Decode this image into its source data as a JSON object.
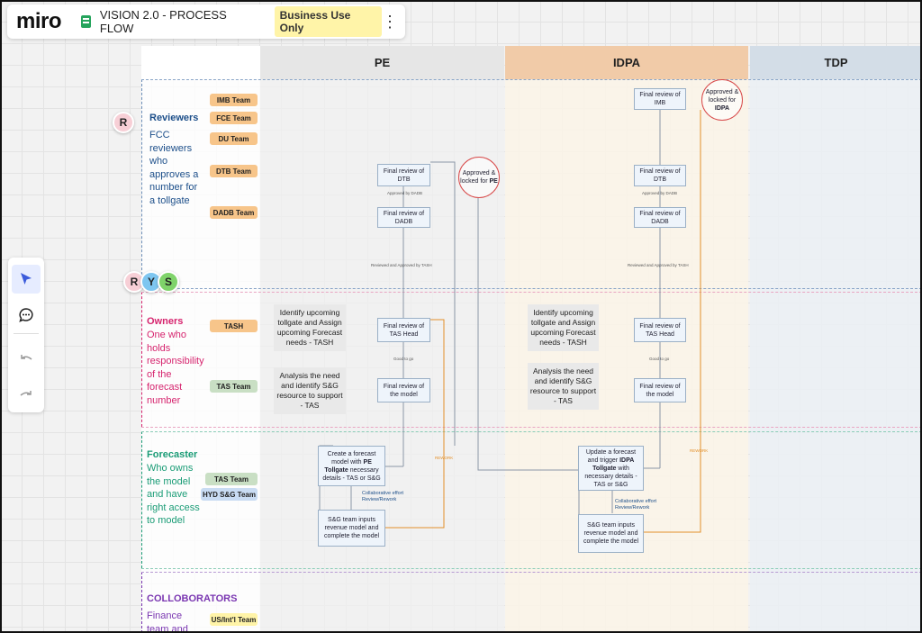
{
  "topbar": {
    "logo": "miro",
    "board_title": "VISION 2.0 - PROCESS FLOW",
    "badge": "Business Use Only",
    "menu_icon": "kebab-menu-icon"
  },
  "toolbar": {
    "tools": [
      "select-arrow-icon",
      "comment-icon",
      "undo-icon",
      "redo-icon"
    ]
  },
  "columns": [
    "PE",
    "IDPA",
    "TDP"
  ],
  "colors": {
    "pe_header": "#e6e6e6",
    "idpa_header": "#f1cba8",
    "tdp_header": "#d3dde7",
    "reviewers": "#1d4f8a",
    "owners": "#d6246e",
    "forecaster": "#1a9c76",
    "colloborators": "#7a36b1",
    "rework": "#e3902a"
  },
  "lanes": {
    "reviewers": {
      "title": "Reviewers",
      "desc": "FCC reviewers who approves a number for a tollgate",
      "tags": [
        "IMB Team",
        "FCE Team",
        "DU Team",
        "DTB Team",
        "DADB Team"
      ]
    },
    "owners": {
      "title": "Owners",
      "desc": "One who holds responsibility of the forecast number",
      "tags": [
        "TASH",
        "TAS Team"
      ]
    },
    "forecaster": {
      "title": "Forecaster",
      "desc": "Who owns the model and have right access to model",
      "tags": [
        "TAS Team",
        "HYD S&G Team"
      ]
    },
    "colloborators": {
      "title": "COLLOBORATORS",
      "desc": "Finance team and",
      "tags": [
        "US/Int'l Team"
      ]
    }
  },
  "pe": {
    "final_dtb": "Final review of DTB",
    "approved_dadb": "Approved by DADB",
    "final_dadb": "Final review of DADB",
    "approved_circle": "Approved & locked for",
    "approved_circle_bold": "PE",
    "reviewed_label": "Reviewed and Approved by TASH",
    "identify_box": "Identify upcoming tollgate and Assign upcoming Forecast needs - TASH",
    "analysis_box": "Analysis the need and identify S&G resource to support - TAS",
    "final_tas_head": "Final review of TAS Head",
    "good_to_go": "Good to go",
    "final_model": "Final review of the model",
    "create_forecast_a": "Create a forecast model with",
    "create_forecast_b": "PE Tollgate",
    "create_forecast_c": "necessary details - TAS or S&G",
    "collab": "Collaborative effort Review/Rework",
    "sg_inputs": "S&G team inputs revenue model and complete the model",
    "rework": "REWORK"
  },
  "idpa": {
    "final_imb": "Final review of IMB",
    "approved_circle": "Approved & locked for",
    "approved_circle_bold": "IDPA",
    "final_dtb": "Final review of DTB",
    "approved_dadb": "Approved by DADB",
    "final_dadb": "Final review of DADB",
    "reviewed_label": "Reviewed and Approved by TASH",
    "identify_box": "Identify upcoming tollgate and Assign upcoming Forecast needs - TASH",
    "analysis_box": "Analysis the need and identify S&G resource to support - TAS",
    "final_tas_head": "Final review of TAS Head",
    "good_to_go": "Good to go",
    "final_model": "Final review of the model",
    "update_forecast_a": "Update a forecast and trigger",
    "update_forecast_b": "IDPA Tollgate",
    "update_forecast_c": "with necessary details - TAS or S&G",
    "collab": "Collaborative effort Review/Rework",
    "sg_inputs": "S&G team inputs revenue model and complete the model",
    "rework": "REWORK"
  },
  "avatars": {
    "single": "R",
    "group": [
      "R",
      "Y",
      "S"
    ]
  }
}
